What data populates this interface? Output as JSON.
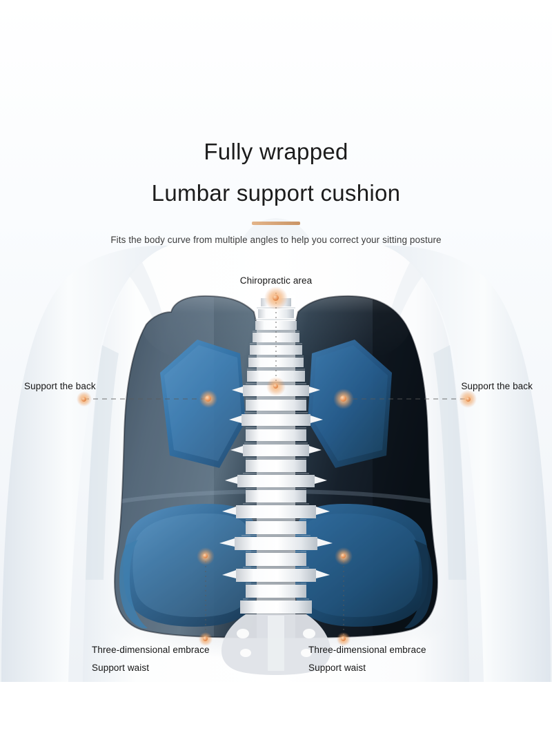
{
  "header": {
    "title_line_1": "Fully wrapped",
    "title_line_2": "Lumbar support cushion",
    "subtitle": "Fits the body curve from multiple angles to help you correct your sitting posture",
    "divider_color": "#d4a574"
  },
  "callouts": {
    "chiropractic": "Chiropractic area",
    "back_left": "Support the back",
    "back_right": "Support the back",
    "waist_left_line_1": "Three-dimensional embrace",
    "waist_left_line_2": "Support waist",
    "waist_right_line_1": "Three-dimensional embrace",
    "waist_right_line_2": "Support waist"
  },
  "colors": {
    "background": "#f8fafd",
    "body_silhouette": "#ffffff",
    "cushion_dark": "#1b2834",
    "cushion_mid": "#44596b",
    "hex_zone_blue": "#2f6ea6",
    "lobe_blue": "#2b6fa8",
    "spine_white": "#f2f4f6",
    "marker_orange": "#e8945a",
    "text_primary": "#1c1c1c",
    "accent_rule": "#d4a574"
  },
  "illustration": {
    "subject": "lumbar-support-cushion-on-human-back",
    "zones": [
      {
        "name": "chiropractic-area",
        "shape": "spine-column",
        "label_key": "chiropractic"
      },
      {
        "name": "upper-back-left",
        "shape": "hexagon",
        "label_key": "back_left"
      },
      {
        "name": "upper-back-right",
        "shape": "hexagon",
        "label_key": "back_right"
      },
      {
        "name": "waist-left",
        "shape": "rounded-lobe",
        "label_key": "waist_left_line_1"
      },
      {
        "name": "waist-right",
        "shape": "rounded-lobe",
        "label_key": "waist_right_line_1"
      }
    ]
  }
}
